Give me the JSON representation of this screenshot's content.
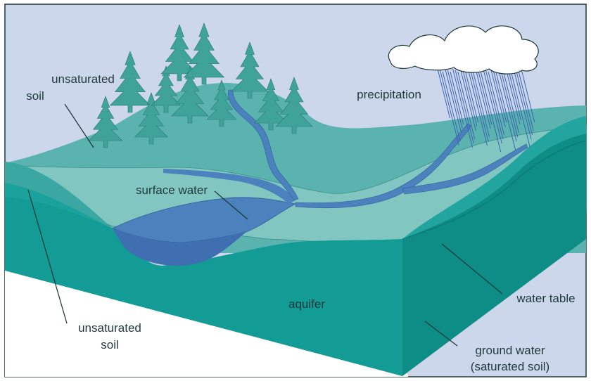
{
  "labels": {
    "unsaturated_soil_top": [
      "unsaturated",
      "soil"
    ],
    "precipitation": "precipitation",
    "surface_water": "surface water",
    "aquifer": "aquifer",
    "unsaturated_soil_bottom": [
      "unsaturated",
      "soil"
    ],
    "water_table": "water table",
    "ground_water": [
      "ground water",
      "(saturated soil)"
    ]
  },
  "colors": {
    "sky": "#cdd7ec",
    "hill": "#5ab3ae",
    "valley_light": "#82c6c2",
    "bank": "#3aa7a2",
    "saturated": "#139b95",
    "saturated_side": "#0d8d86",
    "water": "#4b82bd",
    "water_deep": "#3f6fb1",
    "tree": "#3fa39a",
    "rain": "#3d63b2",
    "cloud": "#ffffff",
    "outline": "#1f3a3a"
  }
}
